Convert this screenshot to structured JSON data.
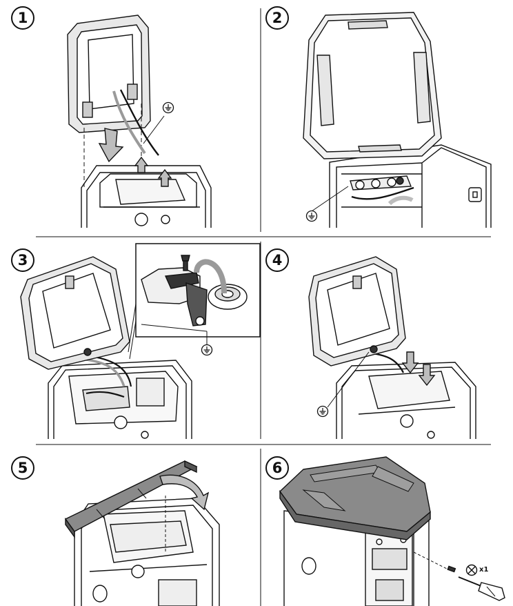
{
  "steps": [
    {
      "number": "1"
    },
    {
      "number": "2"
    },
    {
      "number": "3"
    },
    {
      "number": "4"
    },
    {
      "number": "5"
    },
    {
      "number": "6"
    }
  ],
  "screw_quantity": "x1",
  "icons": [
    "ground-symbol-icon",
    "push-down-arrow-icon",
    "lift-arrow-icon",
    "rotate-arrow-icon",
    "screw-icon",
    "screwdriver-icon",
    "phillips-head-icon"
  ],
  "colors": {
    "line": "#111111",
    "cover_fill": "#8a8a8a",
    "arrow_fill": "#bdbdbd",
    "cable": "#9a9a9a"
  }
}
